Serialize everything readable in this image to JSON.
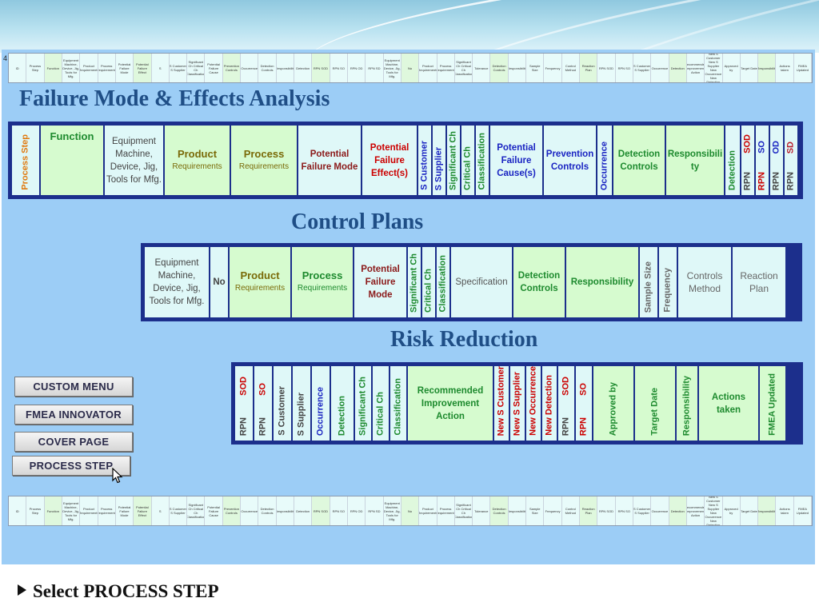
{
  "slide": {
    "page_number": "4",
    "caption": "Select PROCESS STEP"
  },
  "ribbon": {
    "labels": [
      "ID",
      "Process Step",
      "Function",
      "Equipment Machine, Device, Jig, Tools for Mfg.",
      "Product Requirements",
      "Process Requirements",
      "Potential Failure Mode",
      "Potential Failure Effect",
      "S",
      "S Customer S Supplier",
      "Significant Ch Critical Ch Classification",
      "Potential Failure Cause",
      "Prevention Controls",
      "Occurrence",
      "Detection Controls",
      "Responsibility",
      "Detection",
      "RPN SOD",
      "RPN SO",
      "RPN OD",
      "RPN SD",
      "Equipment Machine, Device, Jig, Tools for Mfg.",
      "No",
      "Product Requirements",
      "Process Requirements",
      "Significant Ch Critical Ch Classification",
      "Tolerance",
      "Detection Controls",
      "Responsibility",
      "Sample Size",
      "Frequency",
      "Control Method",
      "Reaction Plan",
      "RPN SOD",
      "RPN SO",
      "S Customer S Supplier",
      "Occurrence",
      "Detection",
      "Recommended Improvement Action",
      "New S Customer New S Supplier New Occurrence New Detection",
      "Approved by",
      "Target Date",
      "Responsibility",
      "Actions taken",
      "FMEA Updated"
    ]
  },
  "sections": {
    "fmea_title": "Failure Mode & Effects Analysis",
    "control_title": "Control Plans",
    "risk_title": "Risk Reduction"
  },
  "fmea_table": {
    "process_step": "Process Step",
    "function": "Function",
    "equipment": "Equipment Machine, Device, Jig, Tools for Mfg.",
    "product_req": "Product",
    "product_req_2": "Requirements",
    "process_req": "Process",
    "process_req_2": "Requirements",
    "failure_mode": "Potential Failure Mode",
    "failure_effect": "Potential Failure Effect(s)",
    "s_customer": "S Customer",
    "s_supplier": "S Supplier",
    "significant": "Significant Ch",
    "critical": "Critical Ch",
    "classification": "Classification",
    "failure_cause": "Potential Failure Cause(s)",
    "prevention": "Prevention Controls",
    "occurrence": "Occurrence",
    "detection_controls": "Detection Controls",
    "responsibility": "Responsibili ty",
    "detection": "Detection",
    "rpn": "RPN",
    "sod": "SOD",
    "so": "SO",
    "od": "OD",
    "sd": "SD"
  },
  "control_table": {
    "equipment": "Equipment Machine, Device, Jig, Tools for Mfg.",
    "no": "No",
    "product_req": "Product",
    "product_req_2": "Requirements",
    "process_req": "Process",
    "process_req_2": "Requirements",
    "failure_mode": "Potential Failure Mode",
    "significant": "Significant Ch",
    "critical": "Critical Ch",
    "classification": "Classification",
    "specification": "Specification",
    "detection_controls": "Detection Controls",
    "responsibility": "Responsibility",
    "sample_size": "Sample Size",
    "frequency": "Frequency",
    "controls_method": "Controls Method",
    "reaction_plan": "Reaction Plan"
  },
  "risk_table": {
    "rpn": "RPN",
    "sod": "SOD",
    "so": "SO",
    "s_customer": "S Customer",
    "s_supplier": "S Supplier",
    "occurrence": "Occurrence",
    "detection": "Detection",
    "significant": "Significant Ch",
    "critical": "Critical Ch",
    "classification": "Classification",
    "recommended": "Recommended Improvement Action",
    "new_s_customer": "New S Customer",
    "new_s_supplier": "New S Supplier",
    "new_occurrence": "New Occurrence",
    "new_detection": "New Detection",
    "approved_by": "Approved by",
    "target_date": "Target Date",
    "responsibility": "Responsibility",
    "actions_taken": "Actions taken",
    "fmea_updated": "FMEA Updated"
  },
  "menu_buttons": {
    "custom_menu": "CUSTOM MENU",
    "fmea_innovator": "FMEA INNOVATOR",
    "cover_page": "COVER PAGE",
    "process_step": "PROCESS STEP"
  },
  "colors": {
    "table_border": "#1c2f8c",
    "background": "#9ccdf6",
    "heading": "#1f4e86",
    "red": "#cc0000",
    "green": "#1d8a2e",
    "blue": "#1a24c2",
    "orange": "#e07a10",
    "maroon": "#b8202e"
  }
}
